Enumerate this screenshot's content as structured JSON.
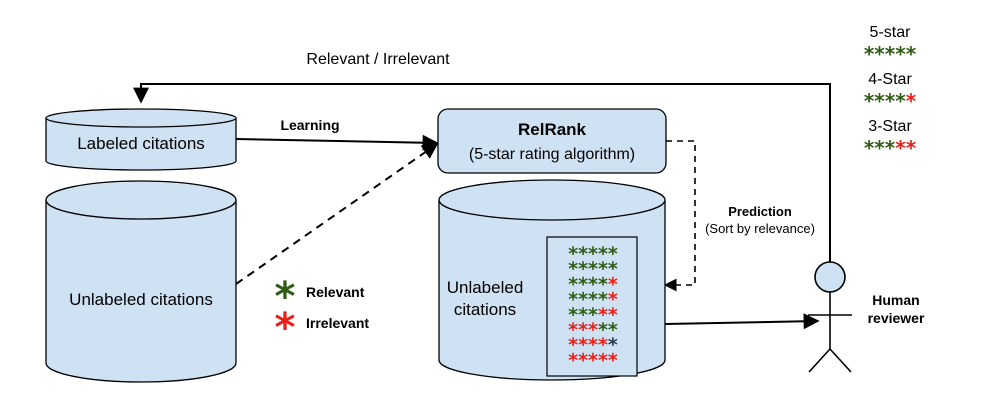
{
  "colors": {
    "box_fill": "#cfe2f3",
    "stroke": "#000000",
    "star_relevant": "#2f5c15",
    "star_irrelevant": "#e8201a",
    "star_dark": "#2b3a57"
  },
  "feedback_label": "Relevant / Irrelevant",
  "learning_label": "Learning",
  "labeled_db": {
    "label": "Labeled citations"
  },
  "unlabeled_db_left": {
    "label": "Unlabeled citations"
  },
  "relrank": {
    "title": "RelRank",
    "subtitle": "(5-star rating algorithm)"
  },
  "prediction": {
    "title": "Prediction",
    "subtitle": "(Sort by relevance)"
  },
  "unlabeled_db_right": {
    "label_line1": "Unlabeled",
    "label_line2": "citations"
  },
  "legend": {
    "relevant_label": "Relevant",
    "irrelevant_label": "Irrelevant",
    "relevant_icon": "green-asterisk-icon",
    "irrelevant_icon": "red-asterisk-icon"
  },
  "ratings_key": [
    {
      "label": "5-star",
      "stars": "GGGGG"
    },
    {
      "label": "4-Star",
      "stars": "GGGGR"
    },
    {
      "label": "3-Star",
      "stars": "GGGRR"
    }
  ],
  "ranked_list": [
    "GGGGG",
    "GGGGG",
    "GGGGR",
    "GGGGR",
    "GGGRR",
    "RRRGG",
    "RRRRD",
    "RRRRR"
  ],
  "reviewer": {
    "line1": "Human",
    "line2": "reviewer",
    "icon": "stick-figure-icon"
  }
}
